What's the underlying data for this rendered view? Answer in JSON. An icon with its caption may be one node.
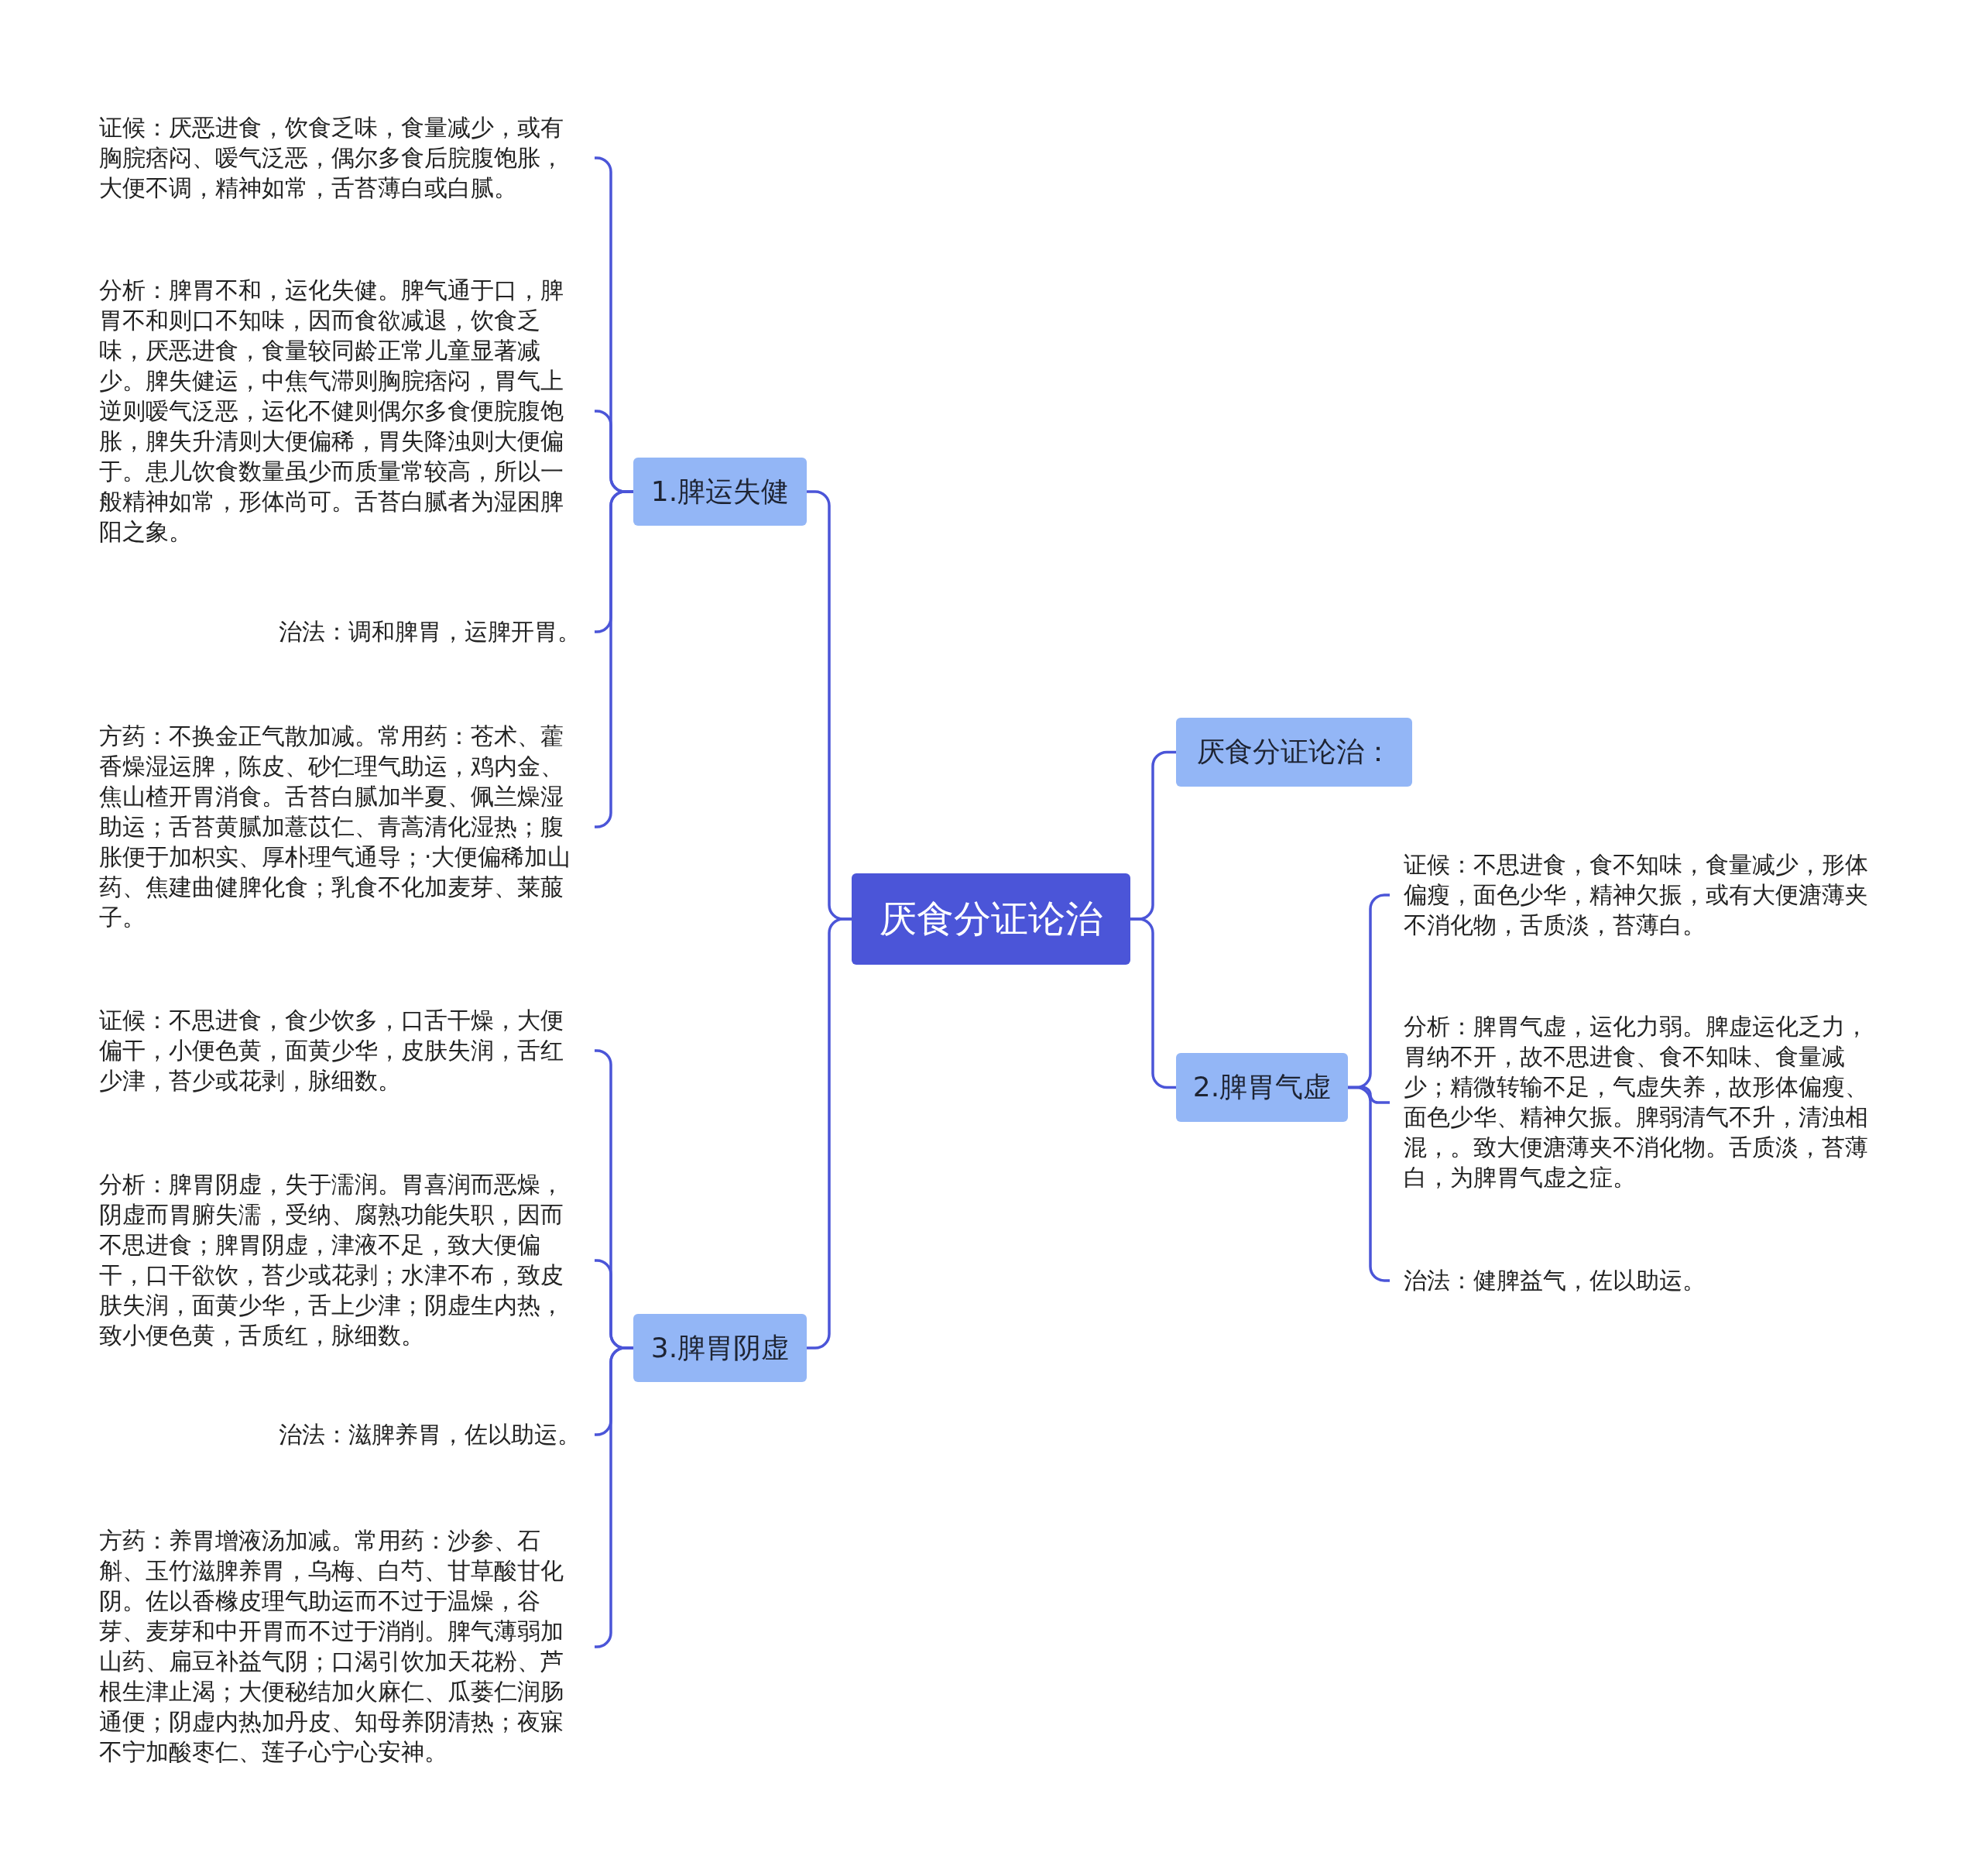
{
  "diagram": {
    "nodes": [
      {
        "text": [
          "厌食分证论治"
        ]
      },
      {
        "text": [
          "1.脾运失健"
        ]
      },
      {
        "text": [
          "证候：厌恶进食，饮食乏味，食量减少，或有胸脘痞闷、嗳气泛恶，偶尔多食后脘腹饱胀，大便不调，精神如常，舌苔薄白或白腻。"
        ]
      },
      {
        "text": [
          "分析：脾胃不和，运化失健。脾气通于口，脾胃不和则口不知味，因而食欲减退，饮食乏味，厌恶进食，食量较同龄正常儿童显著减少。脾失健运，中焦气滞则胸脘痞闷，胃气上逆则嗳气泛恶，运化不健则偶尔多食便脘腹饱胀，脾失升清则大便偏稀，胃失降浊则大便偏于。患儿饮食数量虽少而质量常较高，所以一般精神如常，形体尚可。舌苔白腻者为湿困脾阳之象。"
        ]
      },
      {
        "text": [
          "治法：调和脾胃，运脾开胃。"
        ]
      },
      {
        "text": [
          "方药：不换金正气散加减。常用药：苍术、藿香燥湿运脾，陈皮、砂仁理气助运，鸡内金、焦山楂开胃消食。舌苔白腻加半夏、佩兰燥湿助运；舌苔黄腻加薏苡仁、青蒿清化湿热；腹胀便于加枳实、厚朴理气通导；·大便偏稀加山药、焦建曲健脾化食；乳食不化加麦芽、莱菔子。"
        ]
      },
      {
        "text": [
          "厌食分证论治："
        ]
      },
      {
        "text": [
          "2.脾胃气虚"
        ]
      },
      {
        "text": [
          "证候：不思进食，食不知味，食量减少，形体偏瘦，面色少华，精神欠振，或有大便溏薄夹不消化物，舌质淡，苔薄白。"
        ]
      },
      {
        "text": [
          "分析：脾胃气虚，运化力弱。脾虚运化乏力，胃纳不开，故不思进食、食不知味、食量减少；精微转输不足，气虚失养，故形体偏瘦、面色少华、精神欠振。脾弱清气不升，清浊相混，。致大便溏薄夹不消化物。舌质淡，苔薄白，为脾胃气虚之症。"
        ]
      },
      {
        "text": [
          "治法：健脾益气，佐以助运。"
        ]
      },
      {
        "text": [
          "3.脾胃阴虚"
        ]
      },
      {
        "text": [
          "证候：不思进食，食少饮多，口舌干燥，大便偏干，小便色黄，面黄少华，皮肤失润，舌红少津，苔少或花剥，脉细数。"
        ]
      },
      {
        "text": [
          "分析：脾胃阴虚，失于濡润。胃喜润而恶燥，阴虚而胃腑失濡，受纳、腐熟功能失职，因而不思进食；脾胃阴虚，津液不足，致大便偏干，口干欲饮，苔少或花剥；水津不布，致皮肤失润，面黄少华，舌上少津；阴虚生内热，致小便色黄，舌质红，脉细数。"
        ]
      },
      {
        "text": [
          "治法：滋脾养胃，佐以助运。"
        ]
      },
      {
        "text": [
          "方药：养胃增液汤加减。常用药：沙参、石斛、玉竹滋脾养胃，乌梅、白芍、甘草酸甘化阴。佐以香橼皮理气助运而不过于温燥，谷芽、麦芽和中开胃而不过于消削。脾气薄弱加山药、扁豆补益气阴；口渴引饮加天花粉、芦根生津止渴；大便秘结加火麻仁、瓜蒌仁润肠通便；阴虚内热加丹皮、知母养阴清热；夜寐不宁加酸枣仁、莲子心宁心安神。"
        ]
      }
    ],
    "edges": [
      {
        "from": 0,
        "to": 1,
        "arrow": "none"
      },
      {
        "from": 1,
        "to": 2,
        "arrow": "none"
      },
      {
        "from": 1,
        "to": 3,
        "arrow": "none"
      },
      {
        "from": 1,
        "to": 4,
        "arrow": "none"
      },
      {
        "from": 1,
        "to": 5,
        "arrow": "none"
      },
      {
        "from": 0,
        "to": 6,
        "arrow": "none"
      },
      {
        "from": 0,
        "to": 7,
        "arrow": "none"
      },
      {
        "from": 7,
        "to": 8,
        "arrow": "none"
      },
      {
        "from": 7,
        "to": 9,
        "arrow": "none"
      },
      {
        "from": 7,
        "to": 10,
        "arrow": "none"
      },
      {
        "from": 0,
        "to": 11,
        "arrow": "none"
      },
      {
        "from": 11,
        "to": 12,
        "arrow": "none"
      },
      {
        "from": 11,
        "to": 13,
        "arrow": "none"
      },
      {
        "from": 11,
        "to": 14,
        "arrow": "none"
      },
      {
        "from": 11,
        "to": 15,
        "arrow": "none"
      }
    ]
  }
}
